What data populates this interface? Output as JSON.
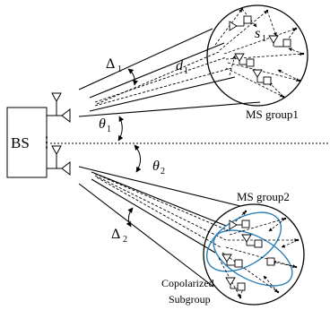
{
  "labels": {
    "bs": "BS",
    "dots": "⋮",
    "ms_group1": "MS group1",
    "ms_group2": "MS group2",
    "copolarized_line1": "Copolarized",
    "copolarized_line2": "Subgroup"
  },
  "symbols": {
    "delta": "Δ",
    "theta": "θ",
    "d": "d",
    "s": "s"
  },
  "subscripts": {
    "one": "1",
    "two": "2"
  },
  "colors": {
    "ink": "#000000",
    "subgroup": "#2a7fb7"
  }
}
